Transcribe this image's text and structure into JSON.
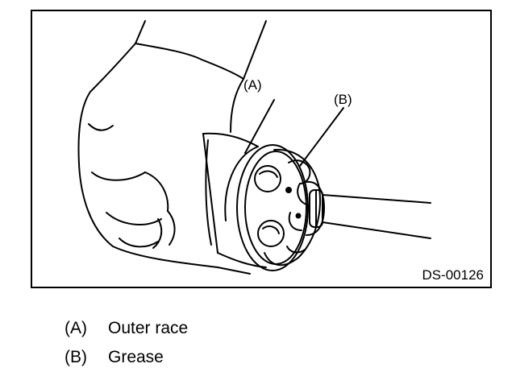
{
  "figure": {
    "code": "DS-00126",
    "callouts": [
      {
        "key": "(A)",
        "target": "outer-race"
      },
      {
        "key": "(B)",
        "target": "grease"
      }
    ]
  },
  "legend": [
    {
      "key": "(A)",
      "label": "Outer race"
    },
    {
      "key": "(B)",
      "label": "Grease"
    }
  ],
  "colors": {
    "line": "#000000",
    "background": "#ffffff"
  }
}
